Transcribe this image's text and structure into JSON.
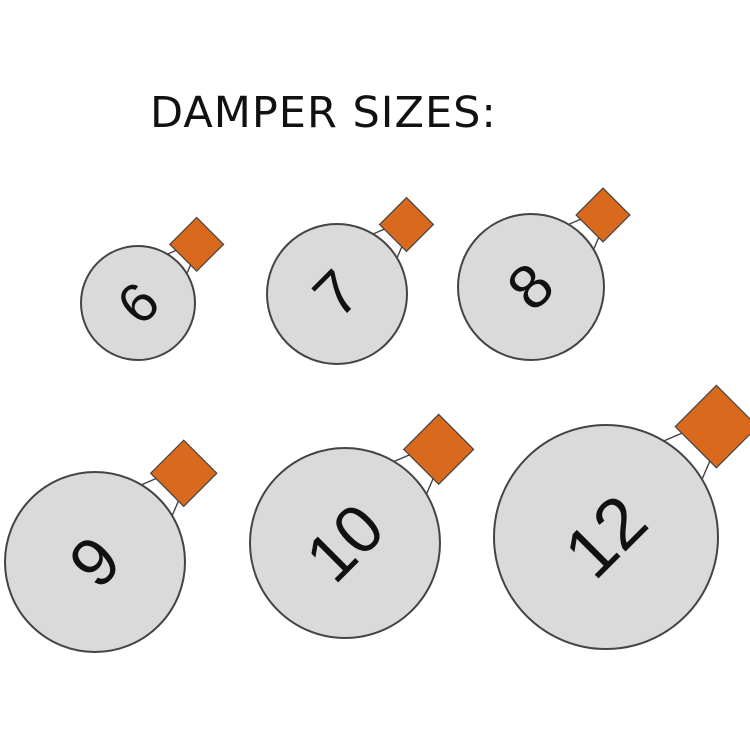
{
  "title": "DAMPER SIZES:",
  "colors": {
    "background": "#ffffff",
    "disc_fill": "#dadada",
    "outline": "#444444",
    "tab_fill": "#d9691c",
    "neck_fill": "#ffffff",
    "text": "#111111"
  },
  "dampers": [
    {
      "size": "6"
    },
    {
      "size": "7"
    },
    {
      "size": "8"
    },
    {
      "size": "9"
    },
    {
      "size": "10"
    },
    {
      "size": "12"
    }
  ]
}
